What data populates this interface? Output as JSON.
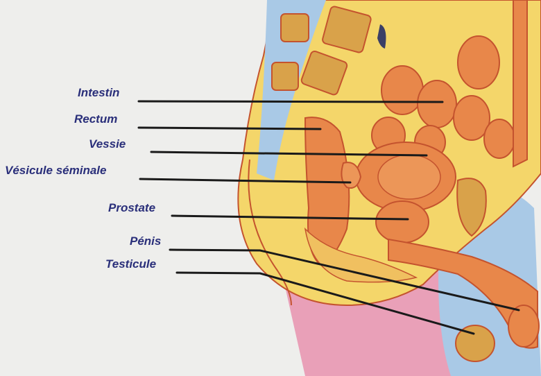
{
  "labels": {
    "intestin": "Intestin",
    "rectum": "Rectum",
    "vessie": "Vessie",
    "vesicule": "Vésicule séminale",
    "prostate": "Prostate",
    "penis": "Pénis",
    "testicule": "Testicule"
  },
  "colors": {
    "background": "#eeeeec",
    "label_text": "#2a2f7a",
    "leader_line": "#1a1a1a",
    "skin_yellow": "#f4d66a",
    "organ_orange": "#e8874a",
    "bone_tan": "#d9a24a",
    "fluid_blue": "#a9c9e6",
    "skin_pink": "#e9a0b8",
    "outline_red": "#c4532e"
  }
}
